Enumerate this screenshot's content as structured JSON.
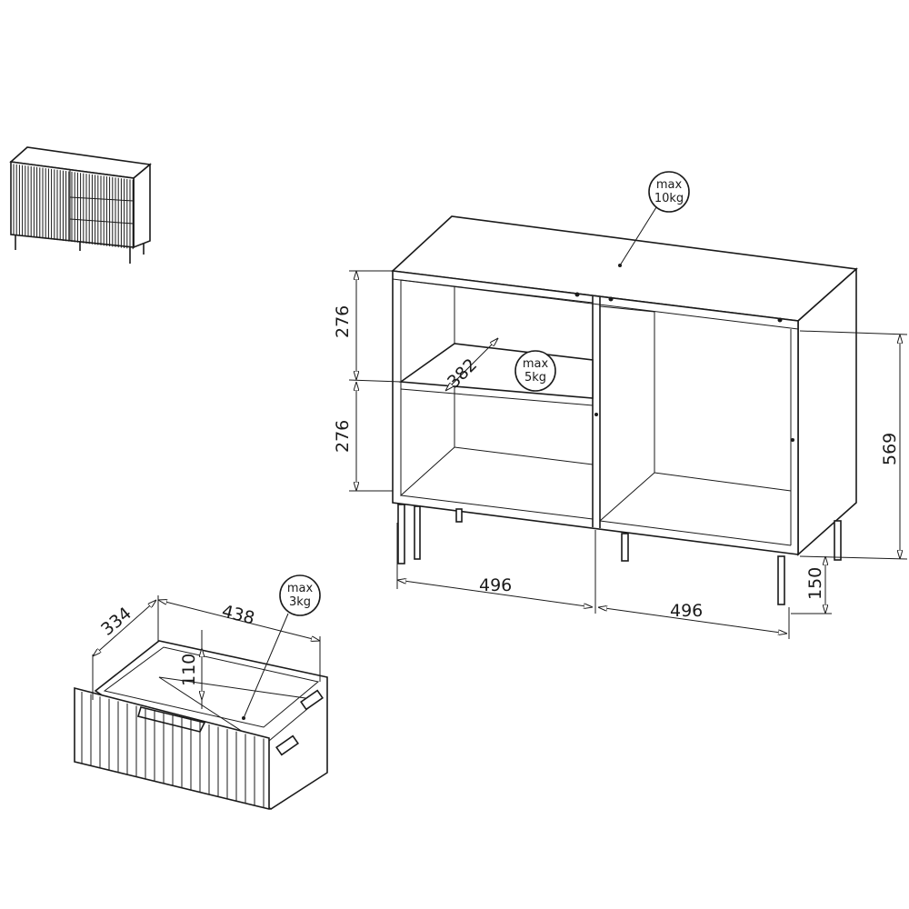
{
  "thumbnail": {
    "description_label": "sideboard-preview"
  },
  "cabinet": {
    "dimensions": {
      "upper_height": "276",
      "lower_height": "276",
      "shelf_depth": "382",
      "total_height": "569",
      "leg_height": "150",
      "left_width": "496",
      "right_width": "496"
    },
    "load_top": {
      "line1": "max",
      "line2": "10kg"
    },
    "load_shelf": {
      "line1": "max",
      "line2": "5kg"
    }
  },
  "drawer": {
    "dimensions": {
      "depth": "334",
      "width": "438",
      "height": "110"
    },
    "load": {
      "line1": "max",
      "line2": "3kg"
    }
  }
}
